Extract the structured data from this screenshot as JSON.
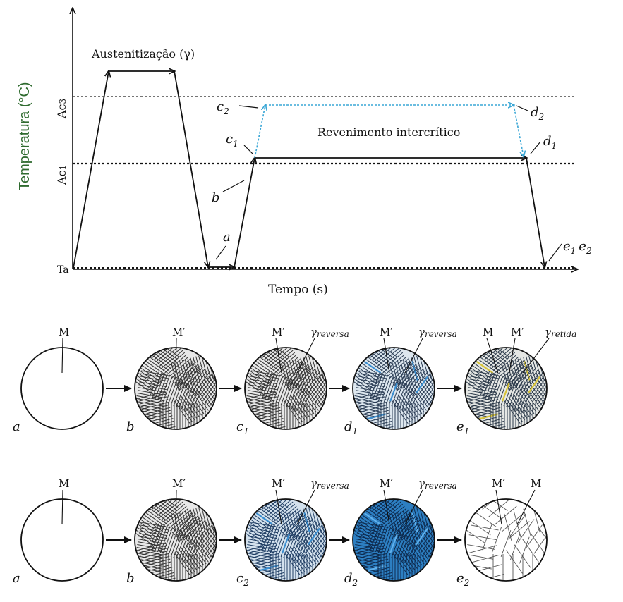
{
  "chart": {
    "y_axis_label": "Temperatura (°C)",
    "x_axis_label": "Tempo (s)",
    "austenitize_label": "Austenitização (γ)",
    "tempering_label": "Revenimento intercrítico",
    "ac3_label": "Ac3",
    "ac1_label": "Ac1",
    "ta_label": "Ta",
    "point_a": "a",
    "point_b": "b",
    "point_c1": "c1",
    "point_c2": "c2",
    "point_d1": "d1",
    "point_d2": "d2",
    "point_e": "e1 e2"
  },
  "colors": {
    "line": "#111111",
    "axis_label_green": "#2f6b2f",
    "cyan_path": "#3aa7d6",
    "gamma_retida": "#d8c438",
    "reversa_blue": "#2d7fc2"
  },
  "micro_row1": [
    {
      "caption": "a",
      "labels": [
        "M"
      ],
      "style": "plain"
    },
    {
      "caption": "b",
      "labels": [
        "M′"
      ],
      "style": "hatched"
    },
    {
      "caption": "c1",
      "labels": [
        "M′",
        "γreversa"
      ],
      "style": "hatched"
    },
    {
      "caption": "d1",
      "labels": [
        "M′",
        "γreversa"
      ],
      "style": "light-blue"
    },
    {
      "caption": "e1",
      "labels": [
        "M",
        "M′",
        "γretida"
      ],
      "style": "yellow"
    }
  ],
  "micro_row2": [
    {
      "caption": "a",
      "labels": [
        "M"
      ],
      "style": "plain"
    },
    {
      "caption": "b",
      "labels": [
        "M′"
      ],
      "style": "hatched"
    },
    {
      "caption": "c2",
      "labels": [
        "M′",
        "γreversa"
      ],
      "style": "blue-mix"
    },
    {
      "caption": "d2",
      "labels": [
        "M′",
        "γreversa"
      ],
      "style": "deep-blue"
    },
    {
      "caption": "e2",
      "labels": [
        "M′",
        "M"
      ],
      "style": "plain-lines"
    }
  ]
}
